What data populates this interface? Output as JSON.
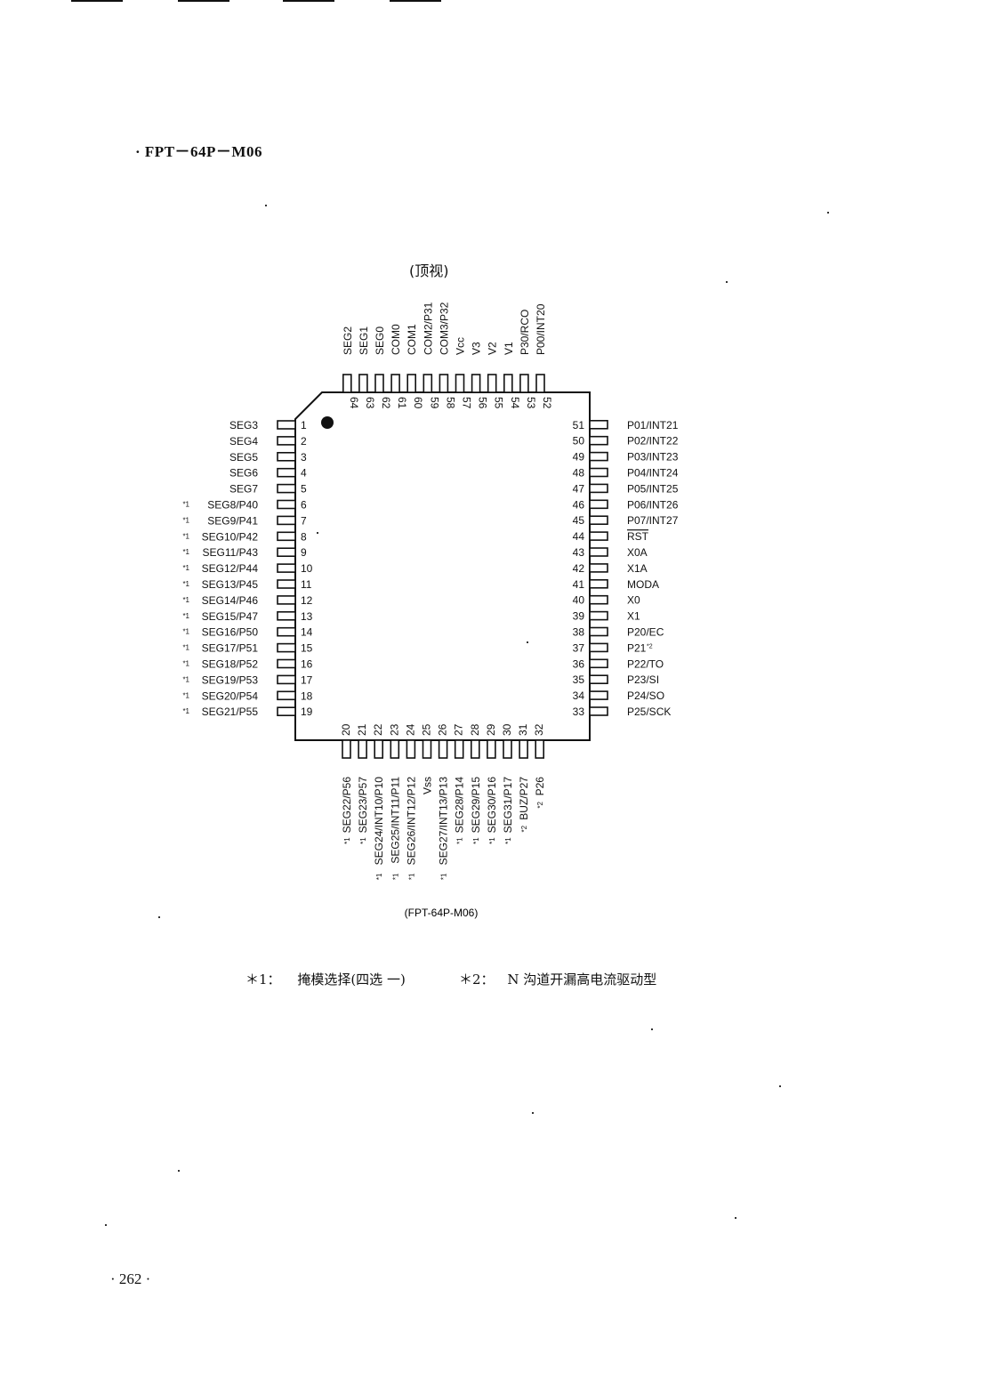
{
  "heading": "· FPT－64P－M06",
  "view_label": "(顶视)",
  "package_caption": "(FPT-64P-M06)",
  "footnotes": [
    {
      "mark": "＊1：",
      "text": "掩模选择(四选 一)"
    },
    {
      "mark": "＊2：",
      "text": "N 沟道开漏高电流驱动型"
    }
  ],
  "page_number": "· 262 ·",
  "pins_left": [
    {
      "num": "1",
      "label": "SEG3",
      "note": ""
    },
    {
      "num": "2",
      "label": "SEG4",
      "note": ""
    },
    {
      "num": "3",
      "label": "SEG5",
      "note": ""
    },
    {
      "num": "4",
      "label": "SEG6",
      "note": ""
    },
    {
      "num": "5",
      "label": "SEG7",
      "note": ""
    },
    {
      "num": "6",
      "label": "SEG8/P40",
      "note": "*1"
    },
    {
      "num": "7",
      "label": "SEG9/P41",
      "note": "*1"
    },
    {
      "num": "8",
      "label": "SEG10/P42",
      "note": "*1"
    },
    {
      "num": "9",
      "label": "SEG11/P43",
      "note": "*1"
    },
    {
      "num": "10",
      "label": "SEG12/P44",
      "note": "*1"
    },
    {
      "num": "11",
      "label": "SEG13/P45",
      "note": "*1"
    },
    {
      "num": "12",
      "label": "SEG14/P46",
      "note": "*1"
    },
    {
      "num": "13",
      "label": "SEG15/P47",
      "note": "*1"
    },
    {
      "num": "14",
      "label": "SEG16/P50",
      "note": "*1"
    },
    {
      "num": "15",
      "label": "SEG17/P51",
      "note": "*1"
    },
    {
      "num": "16",
      "label": "SEG18/P52",
      "note": "*1"
    },
    {
      "num": "17",
      "label": "SEG19/P53",
      "note": "*1"
    },
    {
      "num": "18",
      "label": "SEG20/P54",
      "note": "*1"
    },
    {
      "num": "19",
      "label": "SEG21/P55",
      "note": "*1"
    }
  ],
  "pins_bottom": [
    {
      "num": "20",
      "label": "SEG22/P56",
      "note": "*1"
    },
    {
      "num": "21",
      "label": "SEG23/P57",
      "note": "*1"
    },
    {
      "num": "22",
      "label": "SEG24/INT10/P10",
      "note": "*1"
    },
    {
      "num": "23",
      "label": "SEG25/INT11/P11",
      "note": "*1"
    },
    {
      "num": "24",
      "label": "SEG26/INT12/P12",
      "note": "*1"
    },
    {
      "num": "25",
      "label": "Vss",
      "note": ""
    },
    {
      "num": "26",
      "label": "SEG27/INT13/P13",
      "note": "*1"
    },
    {
      "num": "27",
      "label": "SEG28/P14",
      "note": "*1"
    },
    {
      "num": "28",
      "label": "SEG29/P15",
      "note": "*1"
    },
    {
      "num": "29",
      "label": "SEG30/P16",
      "note": "*1"
    },
    {
      "num": "30",
      "label": "SEG31/P17",
      "note": "*1"
    },
    {
      "num": "31",
      "label": "BUZ/P27",
      "note": "*2"
    },
    {
      "num": "32",
      "label": "P26",
      "note": "*2"
    }
  ],
  "pins_right": [
    {
      "num": "33",
      "label": "P25/SCK",
      "note": ""
    },
    {
      "num": "34",
      "label": "P24/SO",
      "note": ""
    },
    {
      "num": "35",
      "label": "P23/SI",
      "note": ""
    },
    {
      "num": "36",
      "label": "P22/TO",
      "note": ""
    },
    {
      "num": "37",
      "label": "P21",
      "note": "*2"
    },
    {
      "num": "38",
      "label": "P20/EC",
      "note": ""
    },
    {
      "num": "39",
      "label": "X1",
      "note": ""
    },
    {
      "num": "40",
      "label": "X0",
      "note": ""
    },
    {
      "num": "41",
      "label": "MODA",
      "note": ""
    },
    {
      "num": "42",
      "label": "X1A",
      "note": ""
    },
    {
      "num": "43",
      "label": "X0A",
      "note": ""
    },
    {
      "num": "44",
      "label": "RST",
      "note": "",
      "overline": true
    },
    {
      "num": "45",
      "label": "P07/INT27",
      "note": ""
    },
    {
      "num": "46",
      "label": "P06/INT26",
      "note": ""
    },
    {
      "num": "47",
      "label": "P05/INT25",
      "note": ""
    },
    {
      "num": "48",
      "label": "P04/INT24",
      "note": ""
    },
    {
      "num": "49",
      "label": "P03/INT23",
      "note": ""
    },
    {
      "num": "50",
      "label": "P02/INT22",
      "note": ""
    },
    {
      "num": "51",
      "label": "P01/INT21",
      "note": ""
    }
  ],
  "pins_top": [
    {
      "num": "52",
      "label": "P00/INT20",
      "note": ""
    },
    {
      "num": "53",
      "label": "P30/RCO",
      "note": ""
    },
    {
      "num": "54",
      "label": "V1",
      "note": ""
    },
    {
      "num": "55",
      "label": "V2",
      "note": ""
    },
    {
      "num": "56",
      "label": "V3",
      "note": ""
    },
    {
      "num": "57",
      "label": "Vcc",
      "note": ""
    },
    {
      "num": "58",
      "label": "COM3/P32",
      "note": ""
    },
    {
      "num": "59",
      "label": "COM2/P31",
      "note": ""
    },
    {
      "num": "60",
      "label": "COM1",
      "note": ""
    },
    {
      "num": "61",
      "label": "COM0",
      "note": ""
    },
    {
      "num": "62",
      "label": "SEG0",
      "note": ""
    },
    {
      "num": "63",
      "label": "SEG1",
      "note": ""
    },
    {
      "num": "64",
      "label": "SEG2",
      "note": ""
    }
  ]
}
